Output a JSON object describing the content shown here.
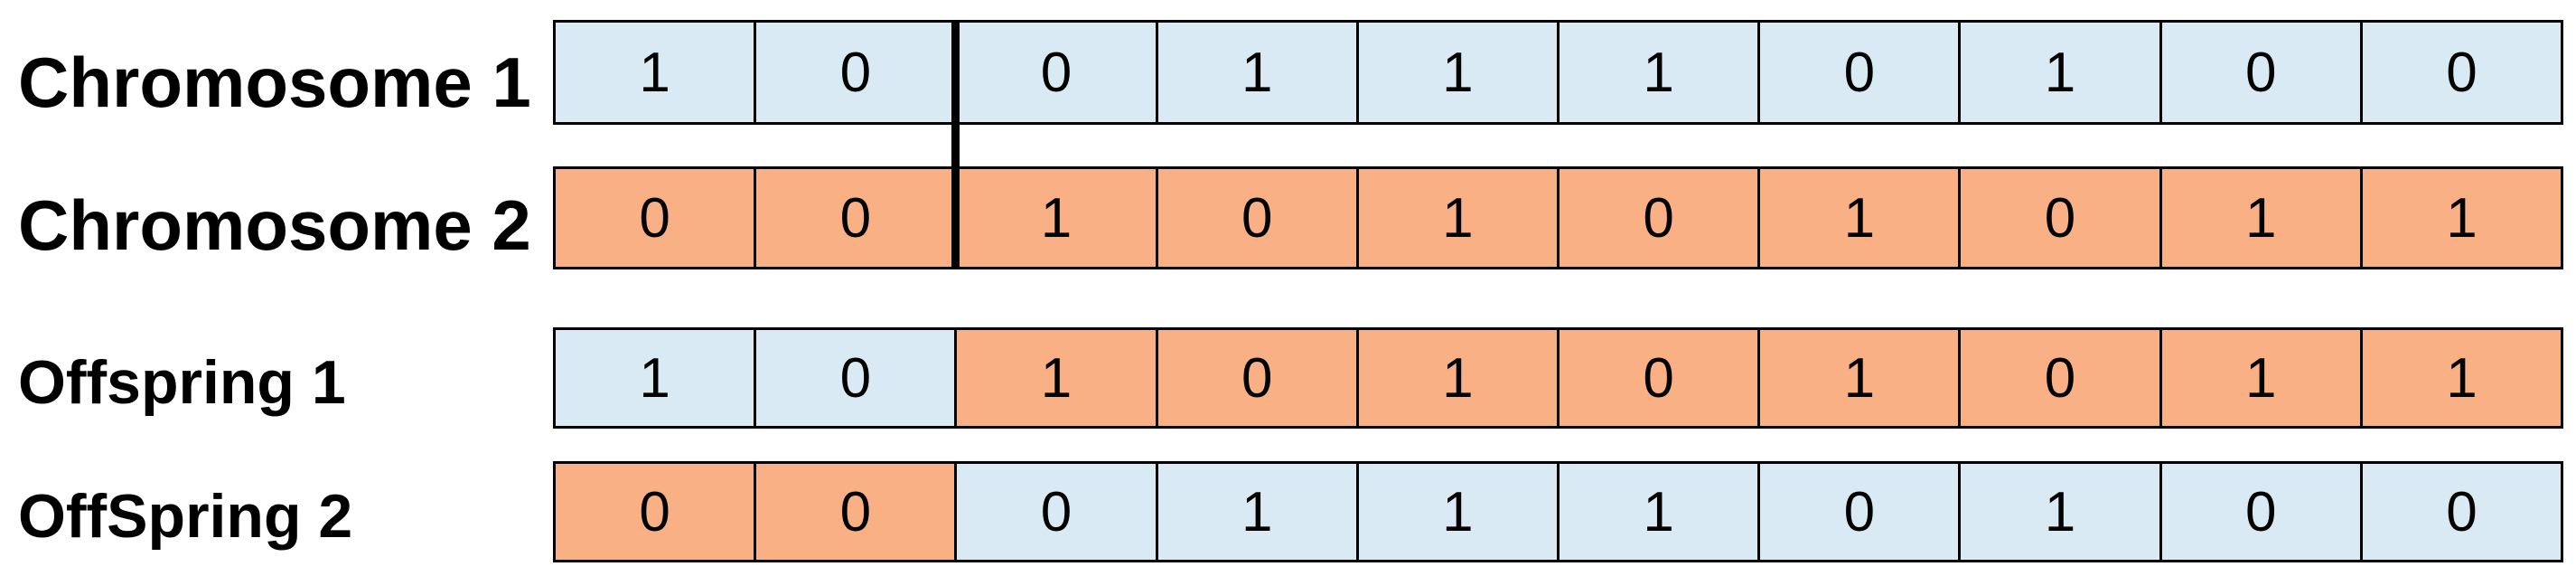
{
  "colors": {
    "chromosome_1": "#DAEAF5",
    "chromosome_2": "#F9B084",
    "border": "#000000"
  },
  "rows": [
    {
      "label": "Chromosome 1",
      "genes": [
        "1",
        "0",
        "0",
        "1",
        "1",
        "1",
        "0",
        "1",
        "0",
        "0"
      ],
      "sources": [
        "c1",
        "c1",
        "c1",
        "c1",
        "c1",
        "c1",
        "c1",
        "c1",
        "c1",
        "c1"
      ]
    },
    {
      "label": "Chromosome 2",
      "genes": [
        "0",
        "0",
        "1",
        "0",
        "1",
        "0",
        "1",
        "0",
        "1",
        "1"
      ],
      "sources": [
        "c2",
        "c2",
        "c2",
        "c2",
        "c2",
        "c2",
        "c2",
        "c2",
        "c2",
        "c2"
      ]
    },
    {
      "label": "Offspring 1",
      "genes": [
        "1",
        "0",
        "1",
        "0",
        "1",
        "0",
        "1",
        "0",
        "1",
        "1"
      ],
      "sources": [
        "c1",
        "c1",
        "c2",
        "c2",
        "c2",
        "c2",
        "c2",
        "c2",
        "c2",
        "c2"
      ]
    },
    {
      "label": "OffSpring 2",
      "genes": [
        "0",
        "0",
        "0",
        "1",
        "1",
        "1",
        "0",
        "1",
        "0",
        "0"
      ],
      "sources": [
        "c2",
        "c2",
        "c1",
        "c1",
        "c1",
        "c1",
        "c1",
        "c1",
        "c1",
        "c1"
      ]
    }
  ],
  "crossover_point": 2
}
